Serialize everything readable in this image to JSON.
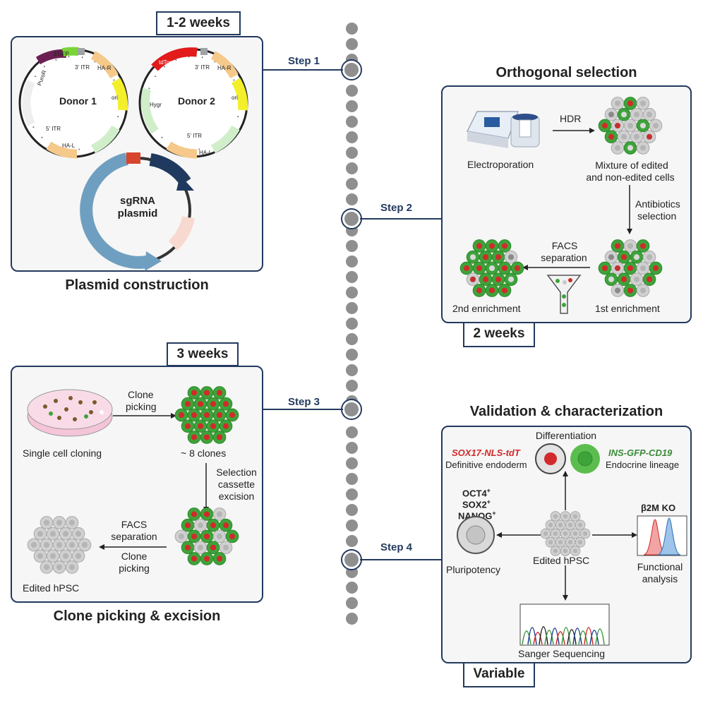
{
  "steps": [
    "Step 1",
    "Step 2",
    "Step 3",
    "Step 4"
  ],
  "durations": {
    "step1": "1-2 weeks",
    "step2": "2 weeks",
    "step3": "3 weeks",
    "step4": "Variable"
  },
  "headings": {
    "step1": "Plasmid construction",
    "step2": "Orthogonal selection",
    "step3": "Clone picking & excision",
    "step4": "Validation & characterization"
  },
  "plasmids": {
    "donor1": {
      "name": "Donor 1",
      "features": [
        "PuroR",
        "EGFP",
        "3' ITR",
        "HA-R",
        "ori",
        "5' ITR",
        "HA-L"
      ]
    },
    "donor2": {
      "name": "Donor 2",
      "features": [
        "tdTomato",
        "3' ITR",
        "HA-R",
        "ori",
        "Hygr",
        "5' ITR",
        "HA-L"
      ]
    },
    "sgrna": {
      "name_line1": "sgRNA",
      "name_line2": "plasmid"
    }
  },
  "step2": {
    "hdr": "HDR",
    "electroporation": "Electroporation",
    "mixture_line1": "Mixture of edited",
    "mixture_line2": "and non-edited cells",
    "antibiotics_line1": "Antibiotics",
    "antibiotics_line2": "selection",
    "facs_line1": "FACS",
    "facs_line2": "separation",
    "first_enrichment": "1st enrichment",
    "second_enrichment": "2nd enrichment"
  },
  "step3": {
    "clone_picking_line1": "Clone",
    "clone_picking_line2": "picking",
    "single_cell": "Single cell cloning",
    "clones": "~ 8 clones",
    "selection_line1": "Selection",
    "selection_line2": "cassette",
    "selection_line3": "excision",
    "facs_line1": "FACS",
    "facs_line2": "separation",
    "facs_line3": "Clone",
    "facs_line4": "picking",
    "edited": "Edited hPSC"
  },
  "step4": {
    "differentiation": "Differentiation",
    "sox17": "SOX17-NLS-tdT",
    "definitive_endoderm": "Definitive endoderm",
    "ins": "INS-GFP-CD19",
    "endocrine": "Endocrine lineage",
    "oct4": "OCT4",
    "sox2": "SOX2",
    "nanog": "NANOG",
    "plus": "+",
    "pluripotency": "Pluripotency",
    "edited": "Edited hPSC",
    "b2m": "β2M KO",
    "functional_line1": "Functional",
    "functional_line2": "analysis",
    "sanger": "Sanger Sequencing"
  },
  "colors": {
    "navy": "#233a5e",
    "green": "#3ea33a",
    "red": "#d22a2a",
    "grey_cell": "#c8c8c8",
    "dot": "#8f8f8f"
  }
}
